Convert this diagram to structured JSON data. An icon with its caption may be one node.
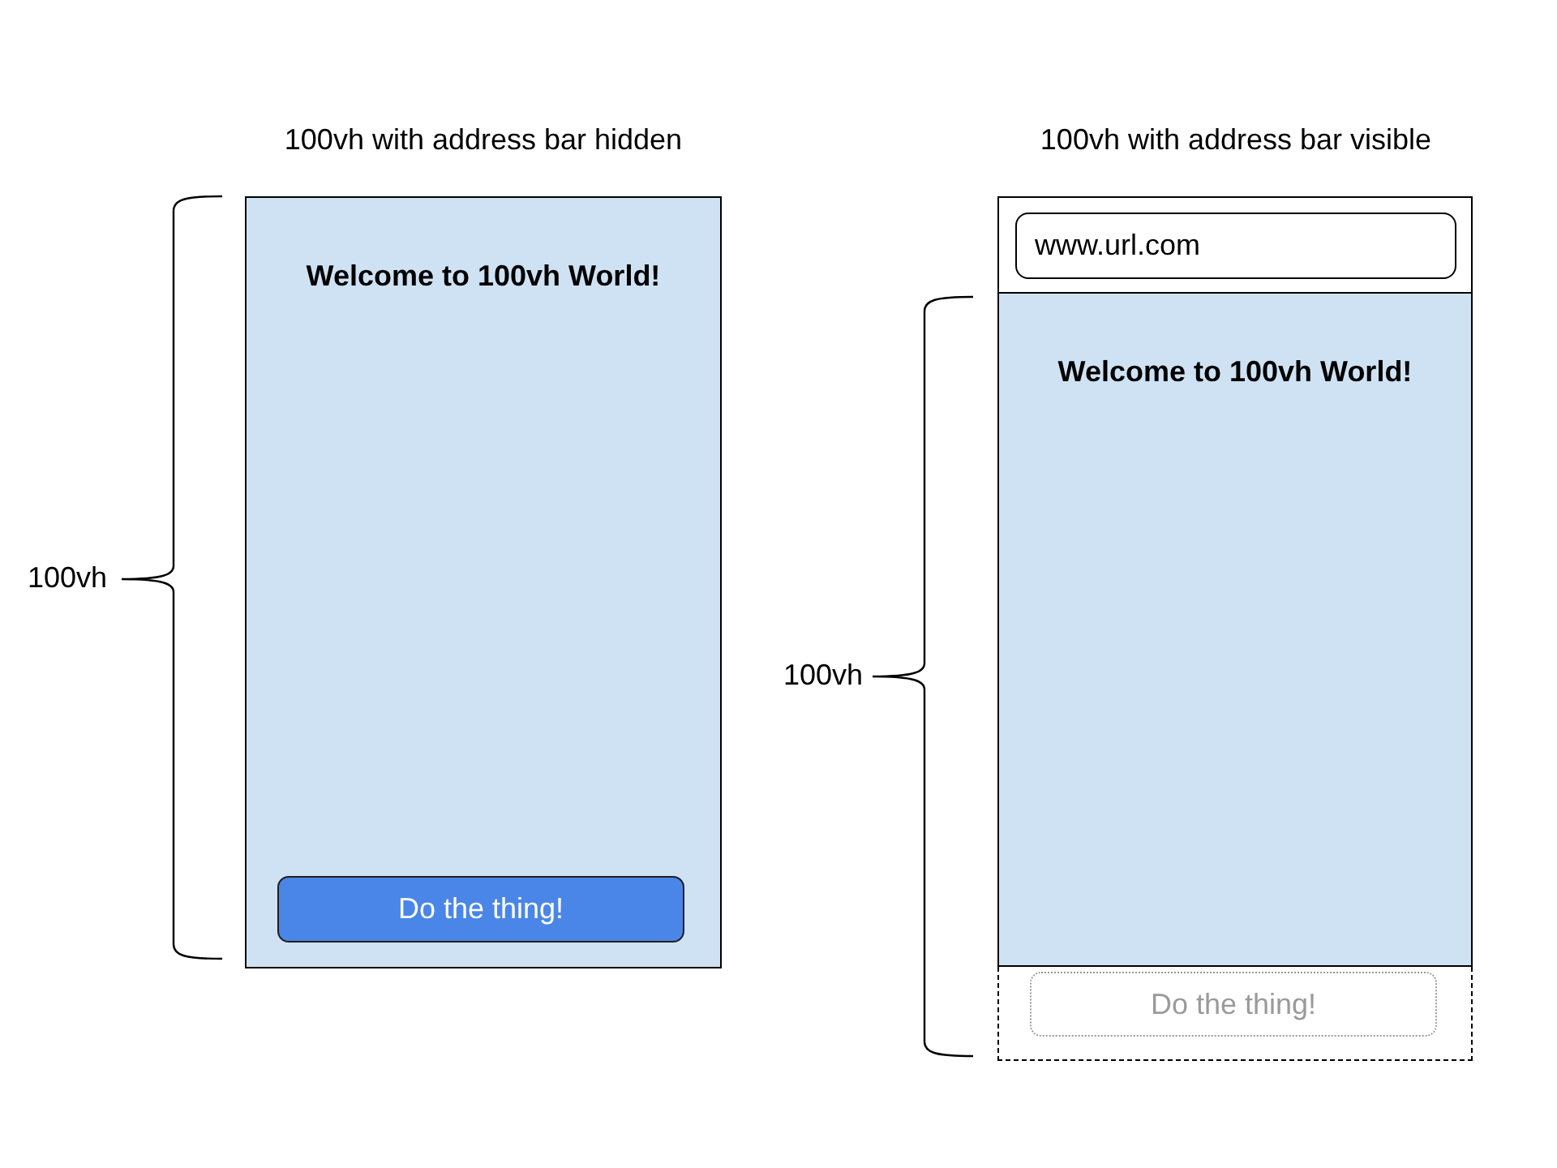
{
  "diagram": {
    "nodes": [
      {
        "text": [
          "Welcome to 100vh World!"
        ]
      },
      {
        "text": [
          "Do the thing!"
        ],
        "in": 0
      },
      {
        "text": [],
        "shape": "box"
      },
      {
        "text": [
          "www.url.com"
        ],
        "in": 2
      },
      {
        "text": [
          "Welcome to 100vh World!"
        ]
      },
      {
        "text": [],
        "shape": "box"
      },
      {
        "text": [
          "Do the thing!"
        ],
        "in": 5
      }
    ],
    "labels": [
      "100vh with address bar hidden",
      "100vh with address bar visible",
      "100vh",
      "100vh"
    ]
  }
}
